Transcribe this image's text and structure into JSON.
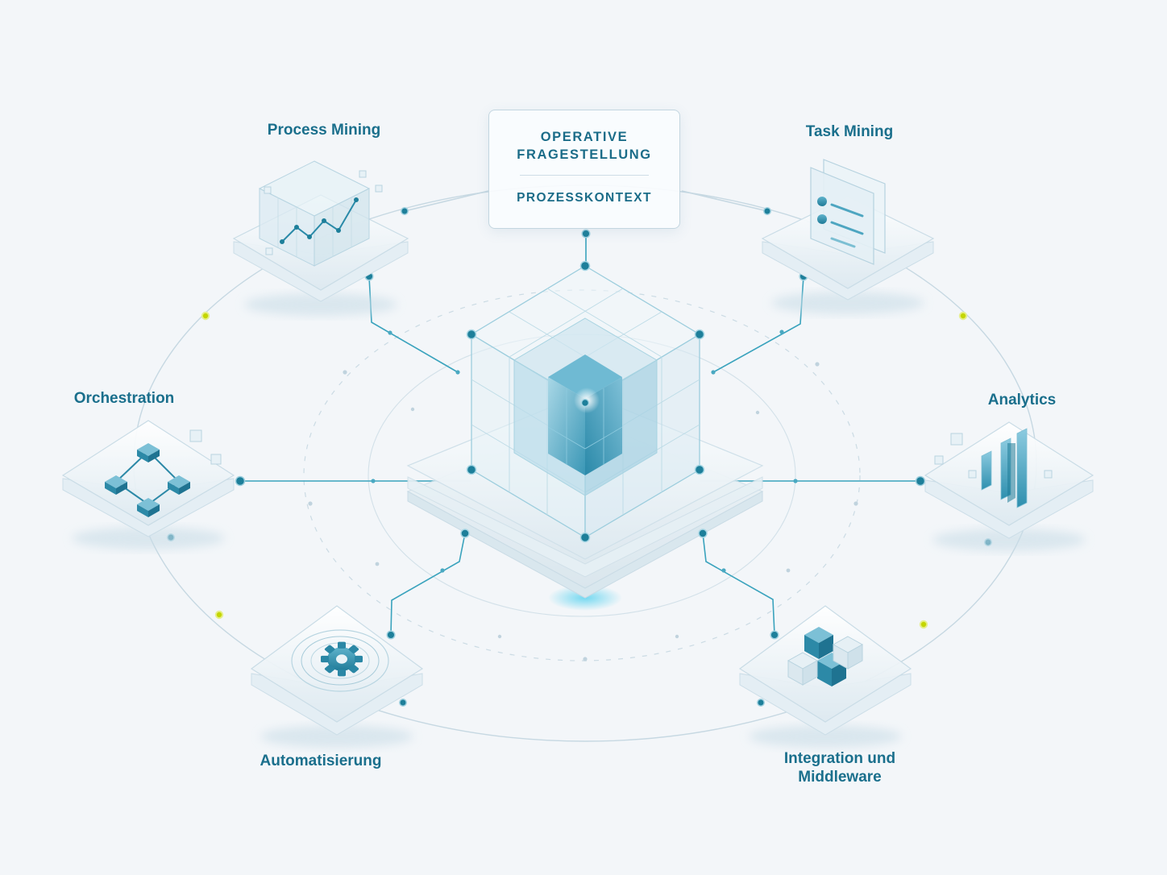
{
  "context_box": {
    "question_line1": "OPERATIVE",
    "question_line2": "FRAGESTELLUNG",
    "context": "PROZESSKONTEXT"
  },
  "modules": {
    "process_mining": "Process Mining",
    "task_mining": "Task Mining",
    "orchestration": "Orchestration",
    "analytics": "Analytics",
    "automatisierung": "Automatisierung",
    "integration_line1": "Integration und",
    "integration_line2": "Middleware"
  },
  "icons": {
    "process_mining": "cube-chart-icon",
    "task_mining": "document-list-icon",
    "orchestration": "flow-diagram-icon",
    "analytics": "bar-chart-icon",
    "automatisierung": "gear-icon",
    "integration": "stacked-cubes-icon",
    "center": "glass-cube-icon"
  },
  "colors": {
    "accent": "#1a6f8c",
    "node": "#1d7f9a",
    "line": "#3aa3bd",
    "highlight": "#c4d600",
    "background": "#f3f6f9"
  }
}
